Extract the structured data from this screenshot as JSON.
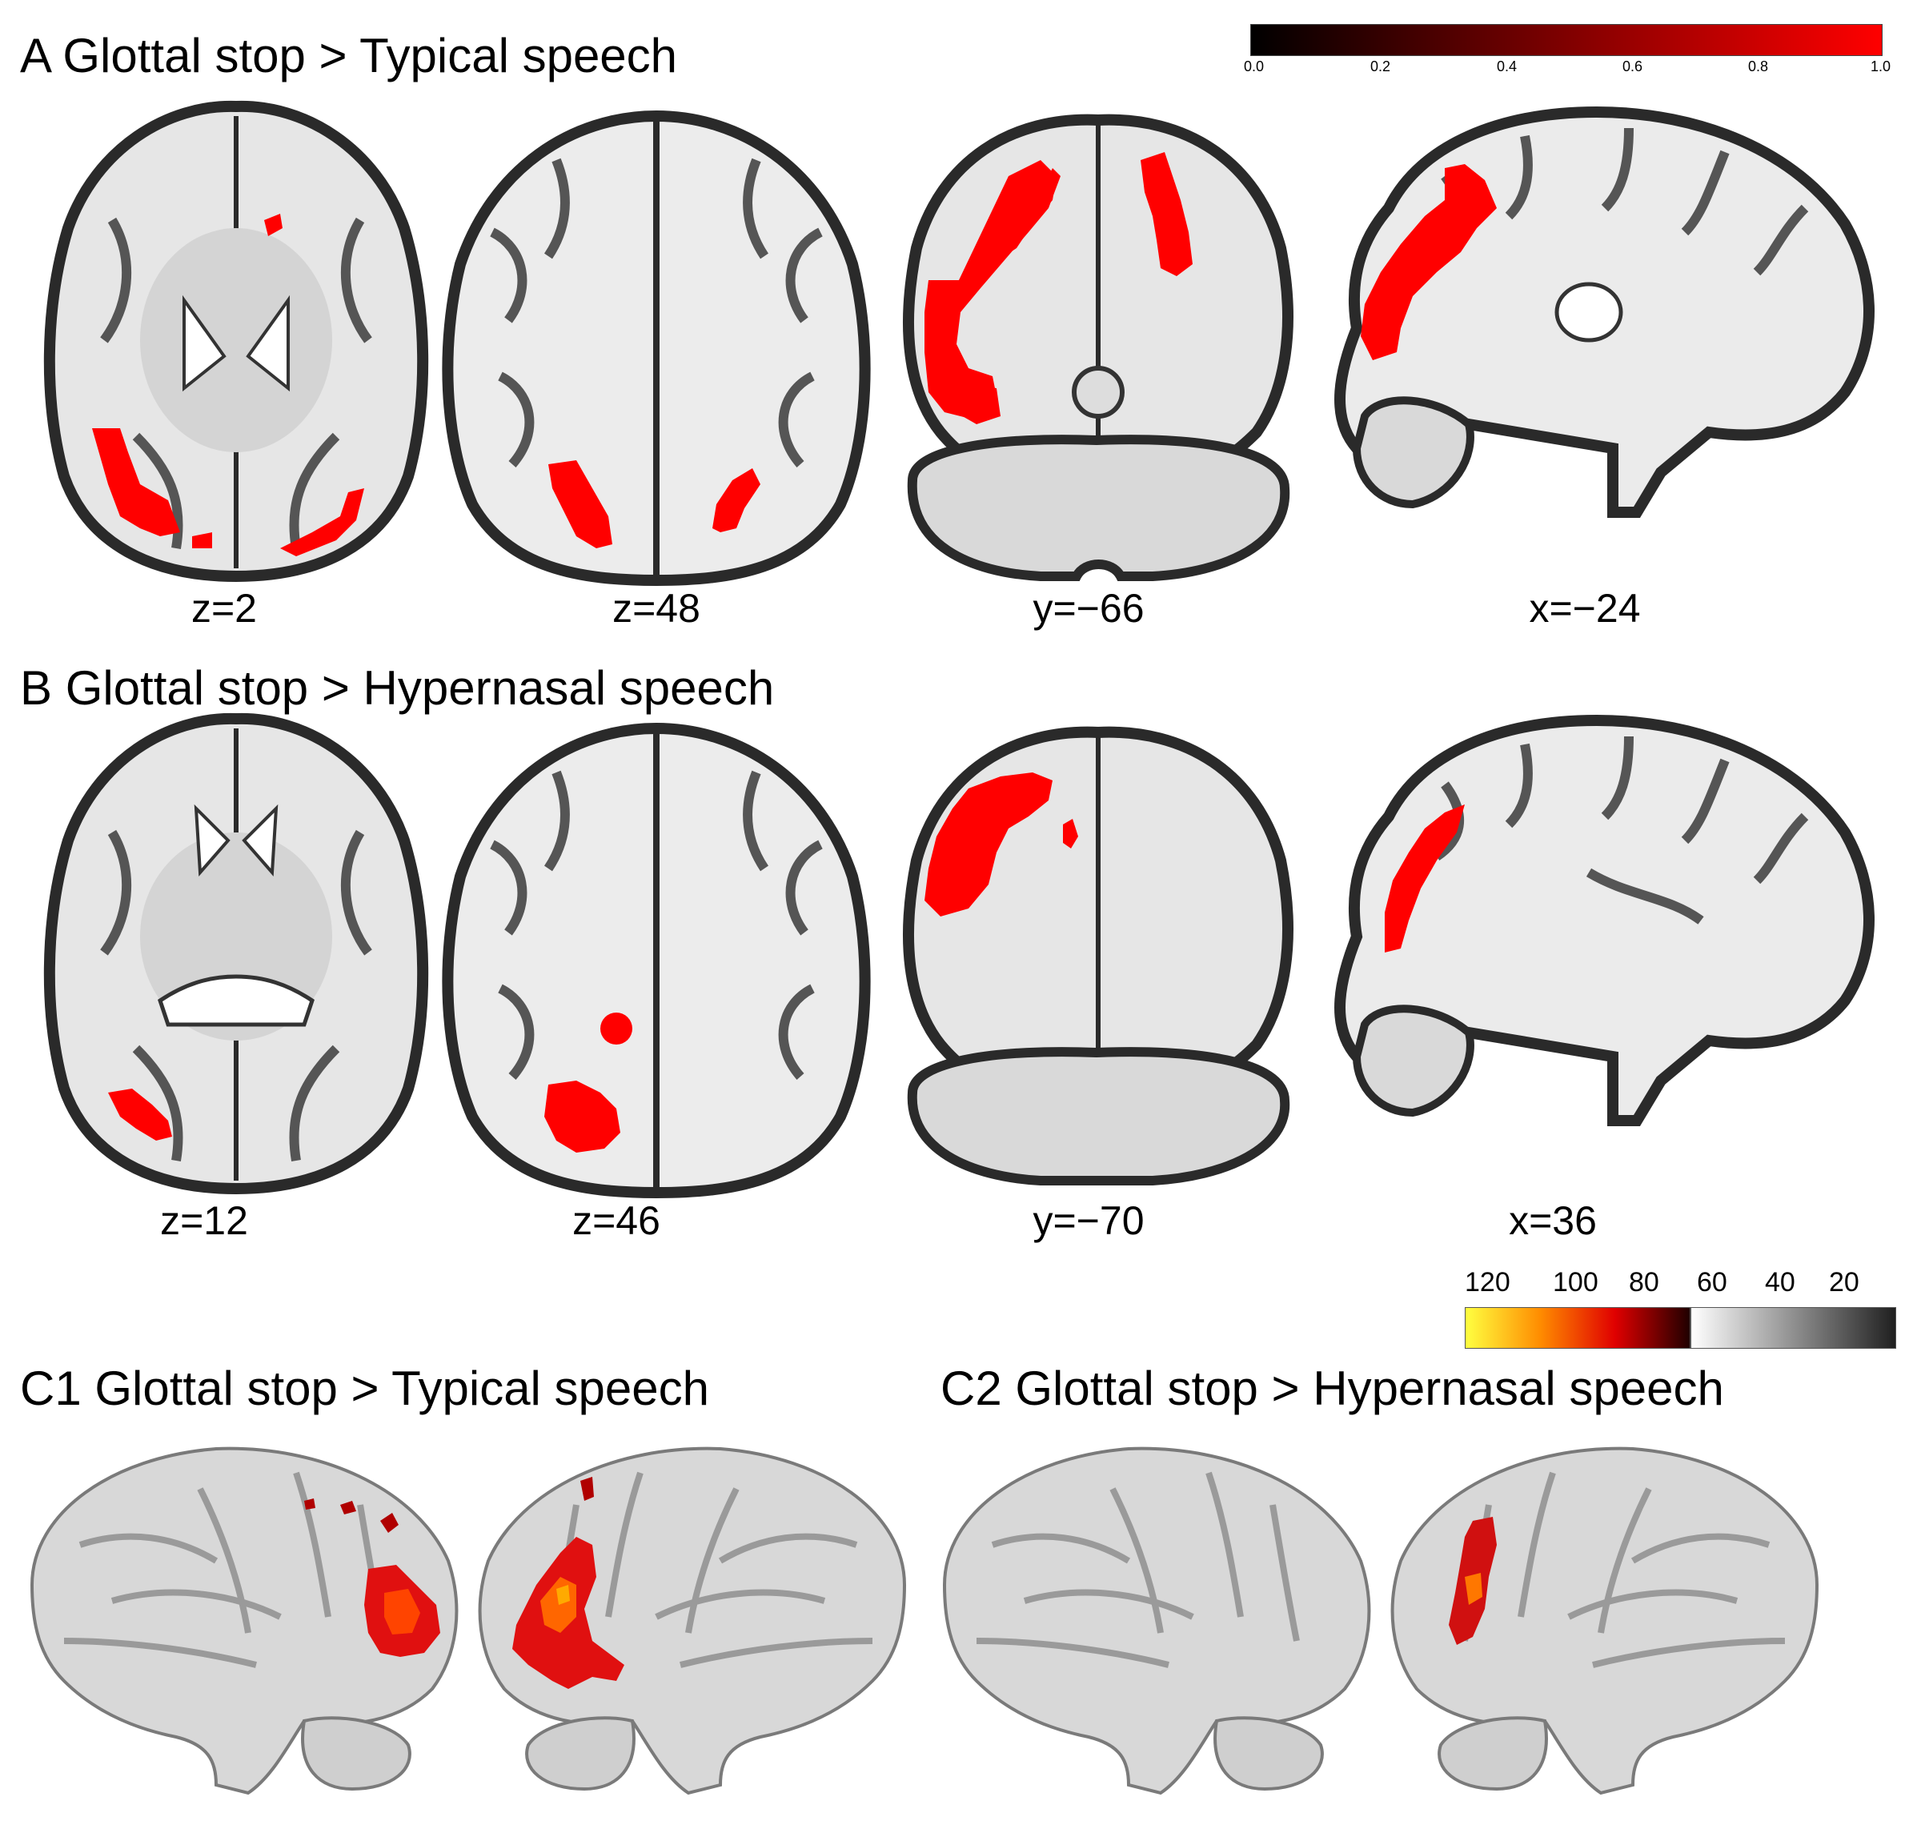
{
  "panels": {
    "a": {
      "title": "A Glottal stop > Typical speech",
      "slices": [
        {
          "coord": "z=2",
          "view": "axial"
        },
        {
          "coord": "z=48",
          "view": "axial"
        },
        {
          "coord": "y=−66",
          "view": "coronal"
        },
        {
          "coord": "x=−24",
          "view": "sagittal"
        }
      ]
    },
    "b": {
      "title": "B Glottal stop > Hypernasal speech",
      "slices": [
        {
          "coord": "z=12",
          "view": "axial"
        },
        {
          "coord": "z=46",
          "view": "axial"
        },
        {
          "coord": "y=−70",
          "view": "coronal"
        },
        {
          "coord": "x=36",
          "view": "sagittal"
        }
      ]
    },
    "c1": {
      "title": "C1 Glottal stop > Typical speech"
    },
    "c2": {
      "title": "C2 Glottal stop > Hypernasal speech"
    }
  },
  "colorbar_top": {
    "ticks": [
      "0.0",
      "0.2",
      "0.4",
      "0.6",
      "0.8",
      "1.0"
    ],
    "colors": [
      "#000000",
      "#ff0000"
    ]
  },
  "colorbar_bottom": {
    "ticks": [
      "120",
      "100",
      "80",
      "60",
      "40",
      "20"
    ],
    "hot_colors": [
      "#ffff40",
      "#ff8c00",
      "#e00000",
      "#200000"
    ],
    "gray_colors": [
      "#ffffff",
      "#202020"
    ]
  },
  "colors": {
    "activation": "#ff0000",
    "brain_fill": "#e6e6e6",
    "brain_outline": "#2a2a2a",
    "white_matter": "#f2f2f2",
    "background": "#ffffff"
  }
}
